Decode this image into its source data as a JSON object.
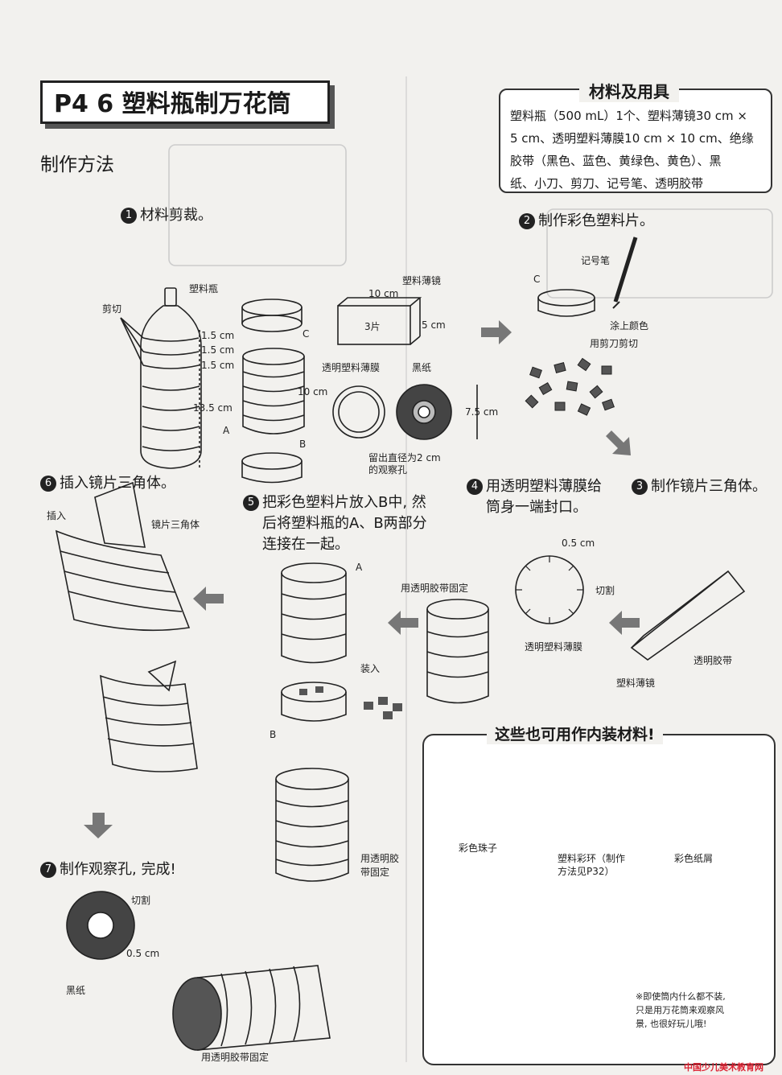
{
  "title": "P4 6 塑料瓶制万花筒",
  "section_method": "制作方法",
  "materials": {
    "title": "材料及用具",
    "text_lines": [
      "塑料瓶（500 mL）1个、塑料薄镜30 cm ×",
      "5 cm、透明塑料薄膜10 cm × 10 cm、绝缘",
      "胶带（黑色、蓝色、黄绿色、黄色）、黑",
      "纸、小刀、剪刀、记号笔、透明胶带"
    ]
  },
  "steps": {
    "s1": {
      "num": "1",
      "text": "材料剪裁。"
    },
    "s2": {
      "num": "2",
      "text": "制作彩色塑料片。"
    },
    "s3": {
      "num": "3",
      "text": "制作镜片三角体。"
    },
    "s4": {
      "num": "4",
      "line1": "用透明塑料薄膜给",
      "line2": "筒身一端封口。"
    },
    "s5": {
      "num": "5",
      "line1": "把彩色塑料片放入B中, 然",
      "line2": "后将塑料瓶的A、B两部分",
      "line3": "连接在一起。"
    },
    "s6": {
      "num": "6",
      "text": "插入镜片三角体。"
    },
    "s7": {
      "num": "7",
      "text": "制作观察孔, 完成!"
    }
  },
  "labels": {
    "cut": "剪切",
    "bottle": "塑料瓶",
    "d1": "1.5 cm",
    "d2": "1.5 cm",
    "d3": "1.5 cm",
    "d4": "13.5 cm",
    "A": "A",
    "B": "B",
    "C": "C",
    "mirror": "塑料薄镜",
    "w10": "10 cm",
    "pieces3": "3片",
    "h5": "5 cm",
    "h10": "10 cm",
    "film": "透明塑料薄膜",
    "black_paper": "黑纸",
    "d75": "7.5 cm",
    "hole1": "留出直径为2 cm",
    "hole2": "的观察孔",
    "marker": "记号笔",
    "C2": "C",
    "paint": "涂上颜色",
    "scissor_cut": "用剪刀剪切",
    "insert": "插入",
    "mirror_tri": "镜片三角体",
    "A2": "A",
    "put_in": "装入",
    "B2": "B",
    "tape_fix": "用透明胶带固定",
    "cm05": "0.5 cm",
    "cut2": "切割",
    "film2": "透明塑料薄膜",
    "clear_tape": "透明胶带",
    "mirror2": "塑料薄镜",
    "tape_fix2a": "用透明胶",
    "tape_fix2b": "带固定",
    "cut3": "切割",
    "cm05b": "0.5 cm",
    "black_paper2": "黑纸",
    "tape_fix3": "用透明胶带固定"
  },
  "alt": {
    "title": "这些也可用作内装材料!",
    "beads": "彩色珠子",
    "rings1": "塑料彩环（制作",
    "rings2": "方法见P32）",
    "paper": "彩色纸屑",
    "note1": "※即使筒内什么都不装,",
    "note2": "只是用万花筒来观察风",
    "note3": "景, 也很好玩儿哦!"
  },
  "logo": "中国少儿美术教育网"
}
